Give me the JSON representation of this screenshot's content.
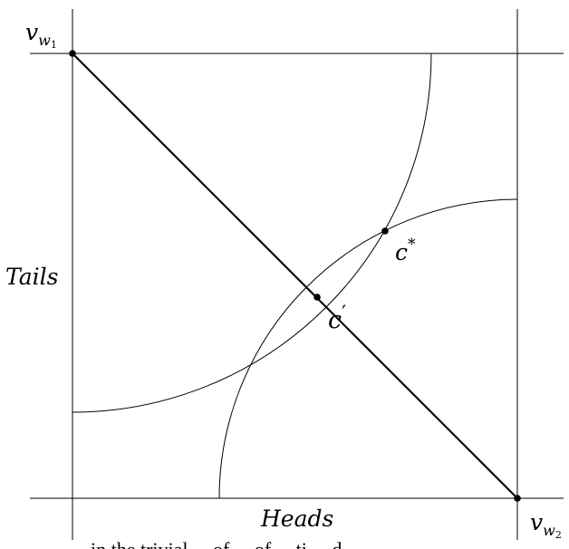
{
  "axes": {
    "y_label": "Tails",
    "x_label": "Heads"
  },
  "points": {
    "top_left": {
      "base": "v",
      "sub": "w",
      "subsub": "1"
    },
    "bottom_right": {
      "base": "v",
      "sub": "w",
      "subsub": "2"
    },
    "c_star": {
      "base": "c",
      "sup": "*"
    },
    "c_prime": {
      "base": "c",
      "sup": "′"
    }
  },
  "caption_fragment": "in the trivial ... of ... of ... ti ... d..."
}
